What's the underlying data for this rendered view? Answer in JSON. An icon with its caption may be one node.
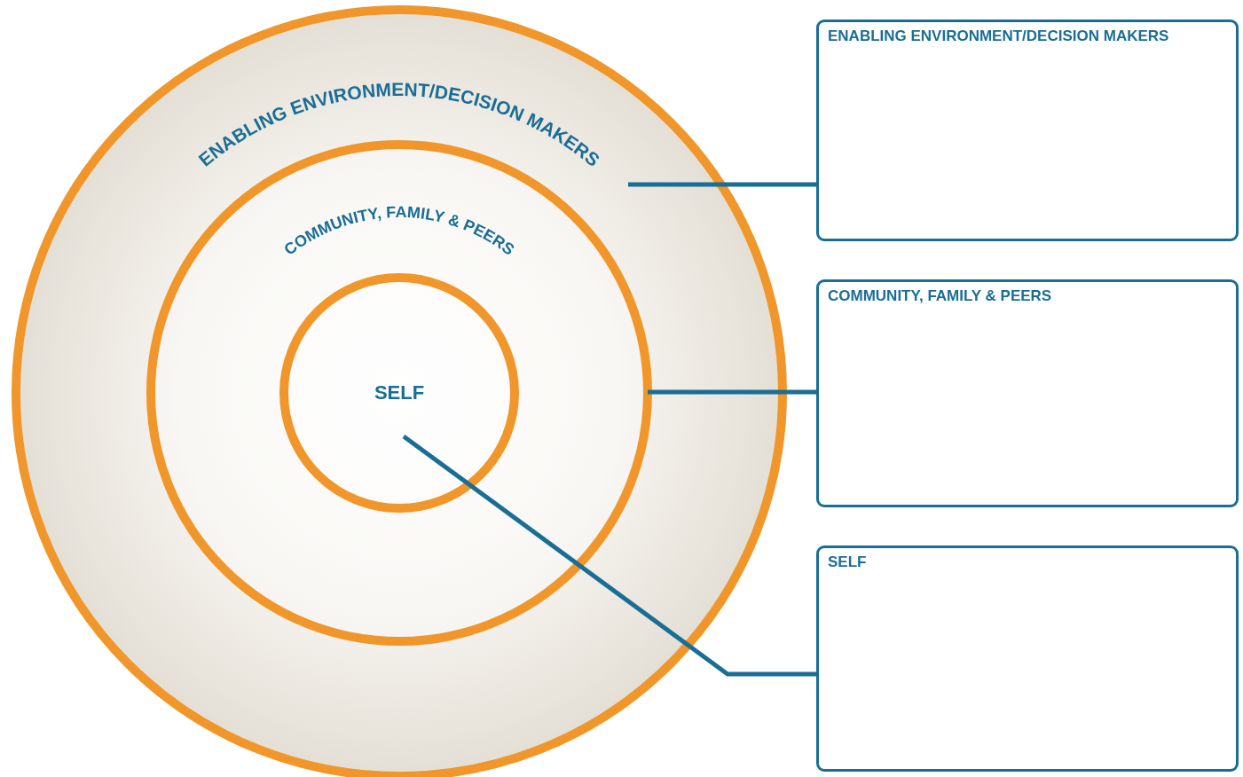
{
  "diagram": {
    "nodes": [
      {
        "text": [
          "ENABLING ENVIRONMENT/DECISION MAKERS"
        ]
      },
      {
        "text": [
          "COMMUNITY, FAMILY & PEERS"
        ],
        "in": 0
      },
      {
        "text": [
          "SELF"
        ],
        "in": 1
      },
      {
        "text": [
          "ENABLING ENVIRONMENT/DECISION MAKERS"
        ]
      },
      {
        "text": [
          "COMMUNITY, FAMILY & PEERS"
        ]
      },
      {
        "text": [
          "SELF"
        ]
      }
    ],
    "edges": [
      {
        "from": 0,
        "to": 3,
        "arrow": "none"
      },
      {
        "from": 1,
        "to": 4,
        "arrow": "none"
      },
      {
        "from": 2,
        "to": 5,
        "arrow": "none"
      }
    ]
  }
}
